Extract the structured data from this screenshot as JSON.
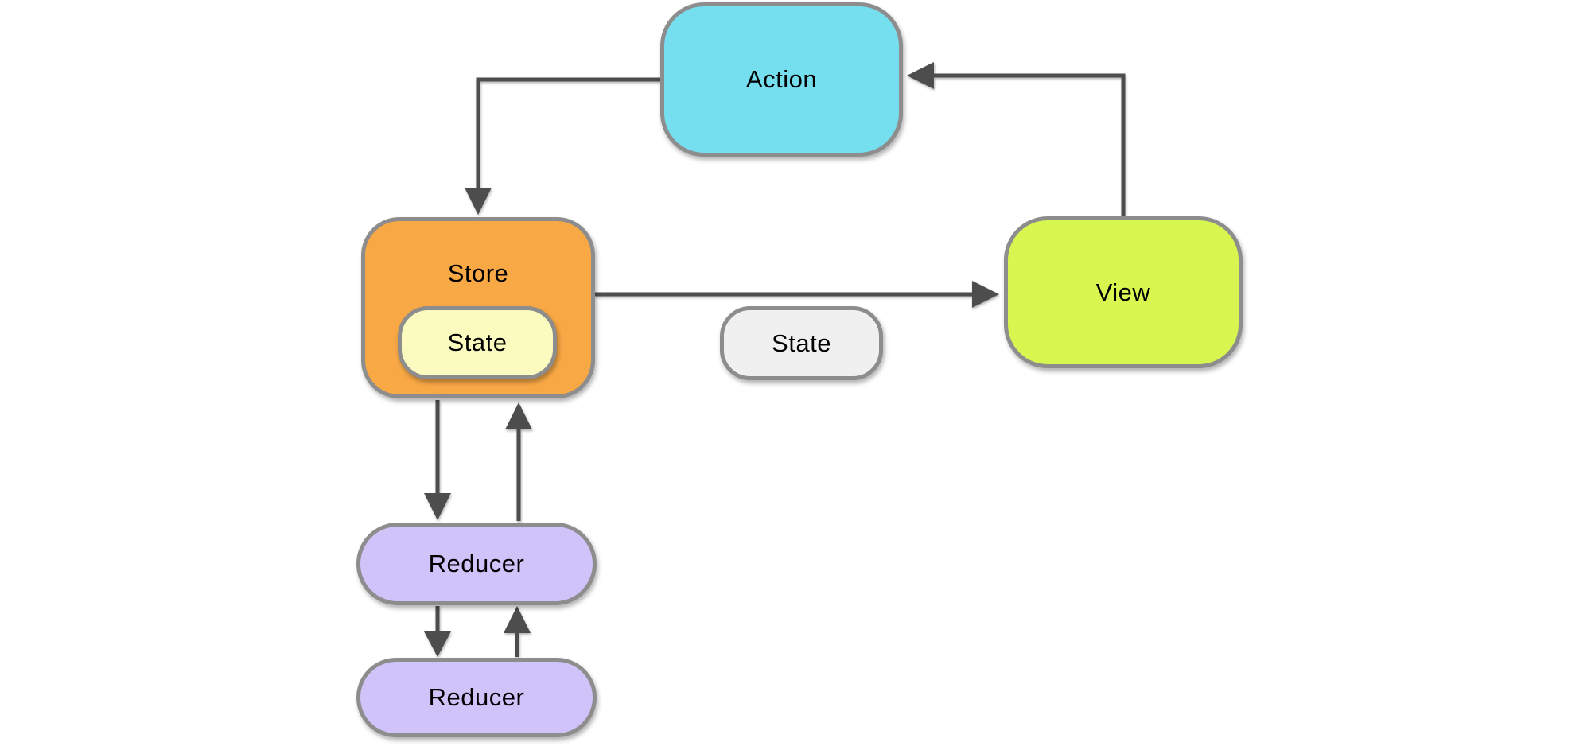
{
  "diagram": {
    "name": "redux-data-flow-diagram",
    "nodes": {
      "action": {
        "label": "Action",
        "fill": "#75DEEF"
      },
      "store": {
        "label": "Store",
        "fill": "#F8A845"
      },
      "store_state": {
        "label": "State",
        "fill": "#FBFBC0"
      },
      "state": {
        "label": "State",
        "fill": "#F0F0F0"
      },
      "view": {
        "label": "View",
        "fill": "#D7F750"
      },
      "reducer_1": {
        "label": "Reducer",
        "fill": "#CFC3FA"
      },
      "reducer_2": {
        "label": "Reducer",
        "fill": "#CFC3FA"
      }
    },
    "edges": [
      {
        "from": "view",
        "to": "action"
      },
      {
        "from": "action",
        "to": "store"
      },
      {
        "from": "store",
        "to": "view"
      },
      {
        "from": "store",
        "to": "reducer_1"
      },
      {
        "from": "reducer_1",
        "to": "store"
      },
      {
        "from": "reducer_1",
        "to": "reducer_2"
      },
      {
        "from": "reducer_2",
        "to": "reducer_1"
      }
    ],
    "colors": {
      "node_border": "#8D8D8D",
      "arrow": "#4D4D4D",
      "text": "#000000",
      "background": "#FFFFFF"
    }
  }
}
